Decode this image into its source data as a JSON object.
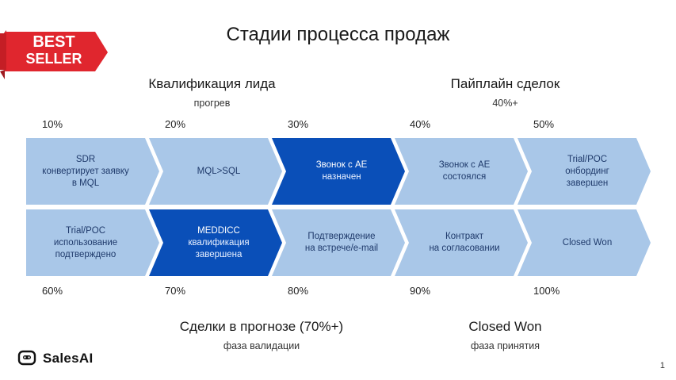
{
  "title": "Стадии процесса продаж",
  "badge": {
    "line1": "BEST",
    "line2": "SELLER"
  },
  "groups": {
    "top_left": {
      "title": "Квалификация лида",
      "subtitle": "прогрев"
    },
    "top_right": {
      "title": "Пайплайн сделок",
      "subtitle": "40%+"
    },
    "bottom_left": {
      "title": "Сделки в прогнозе (70%+)",
      "subtitle": "фаза валидации"
    },
    "bottom_right": {
      "title": "Closed Won",
      "subtitle": "фаза принятия"
    }
  },
  "row1": [
    {
      "percent": "10%",
      "lines": [
        "SDR",
        "конвертирует заявку",
        "в MQL"
      ],
      "style": "light"
    },
    {
      "percent": "20%",
      "lines": [
        "MQL>SQL"
      ],
      "style": "light"
    },
    {
      "percent": "30%",
      "lines": [
        "Звонок с AE",
        "назначен"
      ],
      "style": "dark"
    },
    {
      "percent": "40%",
      "lines": [
        "Звонок с AE",
        "состоялся"
      ],
      "style": "light"
    },
    {
      "percent": "50%",
      "lines": [
        "Trial/POC",
        "онбординг",
        "завершен"
      ],
      "style": "light"
    }
  ],
  "row2": [
    {
      "percent": "60%",
      "lines": [
        "Trial/POC",
        "использование",
        "подтверждено"
      ],
      "style": "light"
    },
    {
      "percent": "70%",
      "lines": [
        "MEDDICC",
        "квалификация",
        "завершена"
      ],
      "style": "dark"
    },
    {
      "percent": "80%",
      "lines": [
        "Подтверждение",
        "на встрече/e-mail"
      ],
      "style": "light"
    },
    {
      "percent": "90%",
      "lines": [
        "Контракт",
        "на согласовании"
      ],
      "style": "light"
    },
    {
      "percent": "100%",
      "lines": [
        "Closed Won"
      ],
      "style": "light"
    }
  ],
  "colors": {
    "light": "#a9c7e8",
    "dark": "#0a4fb8",
    "badge": "#e0262e"
  },
  "logo": {
    "text": "SalesAI",
    "icon": "robot-chat-icon"
  },
  "page_number": "1"
}
